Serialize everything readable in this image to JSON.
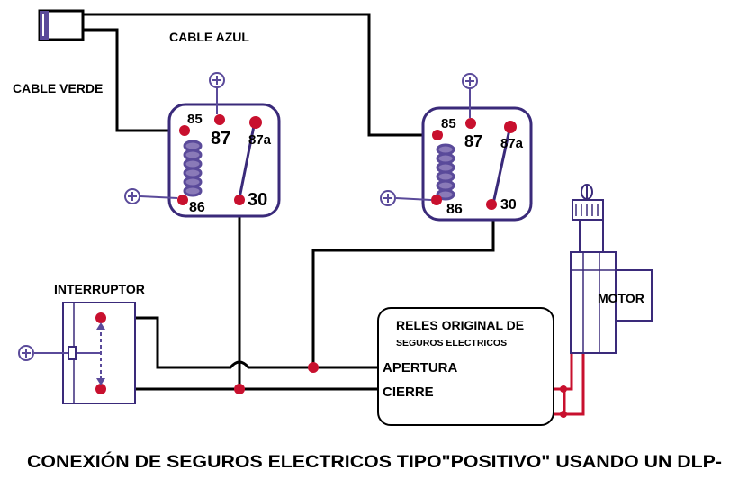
{
  "labels": {
    "cable_azul": "CABLE AZUL",
    "cable_verde": "CABLE VERDE",
    "interruptor": "INTERRUPTOR",
    "motor": "MOTOR",
    "reles_line1": "RELES ORIGINAL DE",
    "reles_line2": "SEGUROS ELECTRICOS",
    "apertura": "APERTURA",
    "cierre": "CIERRE",
    "title": "CONEXIÓN DE SEGUROS ELECTRICOS TIPO\"POSITIVO\" USANDO UN DLP-"
  },
  "relay_left": {
    "p85": "85",
    "p87": "87",
    "p87a": "87a",
    "p86": "86",
    "p30": "30"
  },
  "relay_right": {
    "p85": "85",
    "p87": "87",
    "p87a": "87a",
    "p86": "86",
    "p30": "30"
  },
  "colors": {
    "wire": "#000000",
    "outline": "#3a2a7a",
    "node": "#c8102e",
    "coil": "#5a4a9a"
  }
}
